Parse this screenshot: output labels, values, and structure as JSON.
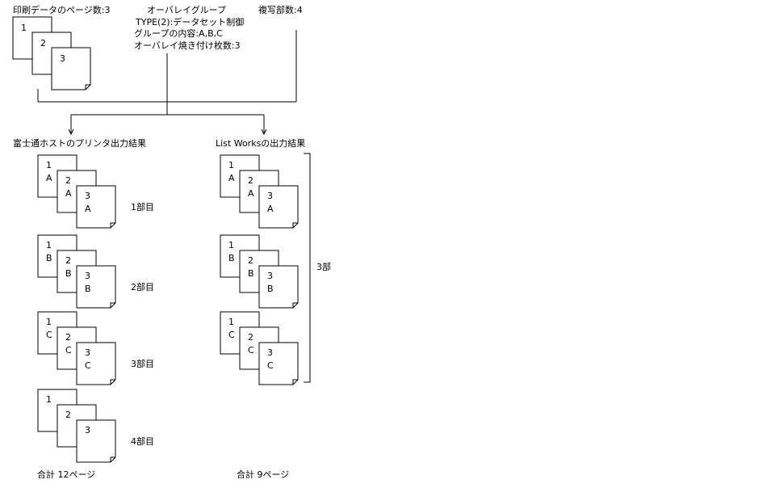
{
  "top": {
    "print_pages_label": "印刷データのページ数:3",
    "overlay_group_title": "オーバレイグループ",
    "overlay_type": "TYPE(2):データセット制御",
    "group_content": "グループの内容:A,B,C",
    "overlay_burn_count": "オーバレイ焼き付け枚数:3",
    "copies_label": "複写部数:4",
    "source_pages": [
      "1",
      "2",
      "3"
    ]
  },
  "left": {
    "title": "富士通ホストのプリンタ出力結果",
    "sets": [
      {
        "pages": [
          {
            "num": "1",
            "letter": "A"
          },
          {
            "num": "2",
            "letter": "A"
          },
          {
            "num": "3",
            "letter": "A"
          }
        ],
        "label": "1部目"
      },
      {
        "pages": [
          {
            "num": "1",
            "letter": "B"
          },
          {
            "num": "2",
            "letter": "B"
          },
          {
            "num": "3",
            "letter": "B"
          }
        ],
        "label": "2部目"
      },
      {
        "pages": [
          {
            "num": "1",
            "letter": "C"
          },
          {
            "num": "2",
            "letter": "C"
          },
          {
            "num": "3",
            "letter": "C"
          }
        ],
        "label": "3部目"
      },
      {
        "pages": [
          {
            "num": "1",
            "letter": ""
          },
          {
            "num": "2",
            "letter": ""
          },
          {
            "num": "3",
            "letter": ""
          }
        ],
        "label": "4部目"
      }
    ],
    "total": "合計 12ページ"
  },
  "right": {
    "title": "List Worksの出力結果",
    "sets": [
      {
        "pages": [
          {
            "num": "1",
            "letter": "A"
          },
          {
            "num": "2",
            "letter": "A"
          },
          {
            "num": "3",
            "letter": "A"
          }
        ]
      },
      {
        "pages": [
          {
            "num": "1",
            "letter": "B"
          },
          {
            "num": "2",
            "letter": "B"
          },
          {
            "num": "3",
            "letter": "B"
          }
        ]
      },
      {
        "pages": [
          {
            "num": "1",
            "letter": "C"
          },
          {
            "num": "2",
            "letter": "C"
          },
          {
            "num": "3",
            "letter": "C"
          }
        ]
      }
    ],
    "bracket_label": "3部",
    "total": "合計 9ページ"
  }
}
